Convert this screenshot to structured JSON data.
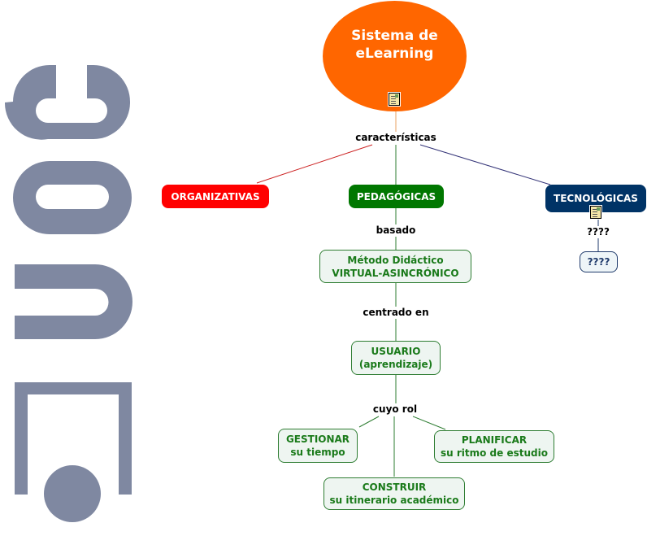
{
  "logo": {
    "name": "UOC",
    "color": "#7f88a1"
  },
  "concept_map": {
    "root": {
      "line1": "Sistema de",
      "line2": "eLearning",
      "color": "#ff6600",
      "icon": "document-resource-icon"
    },
    "link_characteristics": "características",
    "branches": {
      "organizativas": {
        "label": "ORGANIZATIVAS",
        "color": "#ff0000"
      },
      "pedagogicas": {
        "label": "PEDAGÓGICAS",
        "color": "#007700"
      },
      "tecnologicas": {
        "label": "TECNOLÓGICAS",
        "color": "#003366",
        "icon": "document-resource-icon"
      }
    },
    "tech_link": "????",
    "tech_child": "????",
    "link_basado": "basado",
    "metodo": {
      "line1": "Método Didáctico",
      "line2": "VIRTUAL-ASINCRÓNICO"
    },
    "link_centrado": "centrado en",
    "usuario": {
      "line1": "USUARIO",
      "line2": "(aprendizaje)"
    },
    "link_rol": "cuyo rol",
    "roles": {
      "gestionar": {
        "line1": "GESTIONAR",
        "line2": "su tiempo"
      },
      "planificar": {
        "line1": "PLANIFICAR",
        "line2": "su ritmo de estudio"
      },
      "construir": {
        "line1": "CONSTRUIR",
        "line2": "su itinerario académico"
      }
    },
    "line_colors": {
      "root": "#e8a060",
      "organizativas": "#cc2222",
      "pedagogicas": "#2e7d32",
      "tecnologicas": "#333377"
    }
  }
}
